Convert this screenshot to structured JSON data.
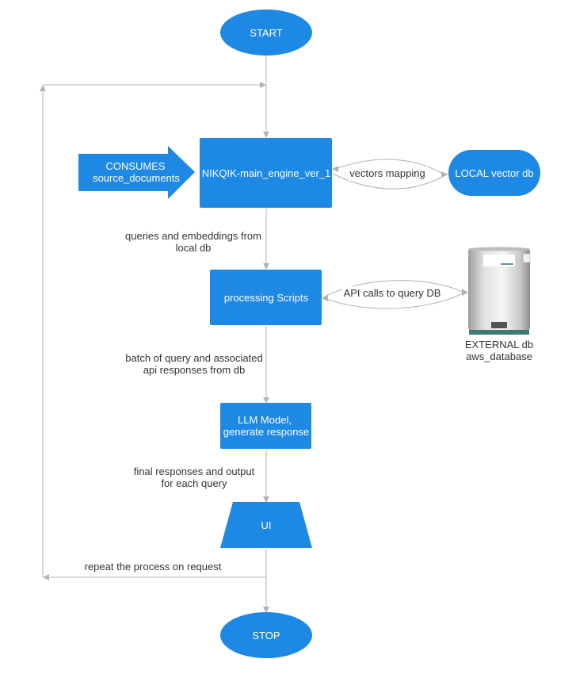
{
  "colors": {
    "node_fill": "#1e88e5",
    "edge": "#b3b3b3",
    "node_text": "#ffffff",
    "edge_text": "#333333"
  },
  "nodes": {
    "start": "START",
    "consumes_line1": "CONSUMES",
    "consumes_line2": "source_documents",
    "main_engine": "NIKQIK-main_engine_ver_1",
    "local_db": "LOCAL vector db",
    "processing": "processing Scripts",
    "external_db_line1": "EXTERNAL db",
    "external_db_line2": "aws_database",
    "llm_line1": "LLM Model,",
    "llm_line2": "generate response",
    "ui": "UI",
    "stop": "STOP"
  },
  "edges": {
    "vectors_mapping": "vectors mapping",
    "api_calls": "API calls to query DB",
    "queries_line1": "queries and embeddings from",
    "queries_line2": "local db",
    "batch_line1": "batch of query and associated",
    "batch_line2": "api responses from db",
    "final_line1": "final responses and output",
    "final_line2": "for each query",
    "repeat": "repeat the process on request"
  }
}
